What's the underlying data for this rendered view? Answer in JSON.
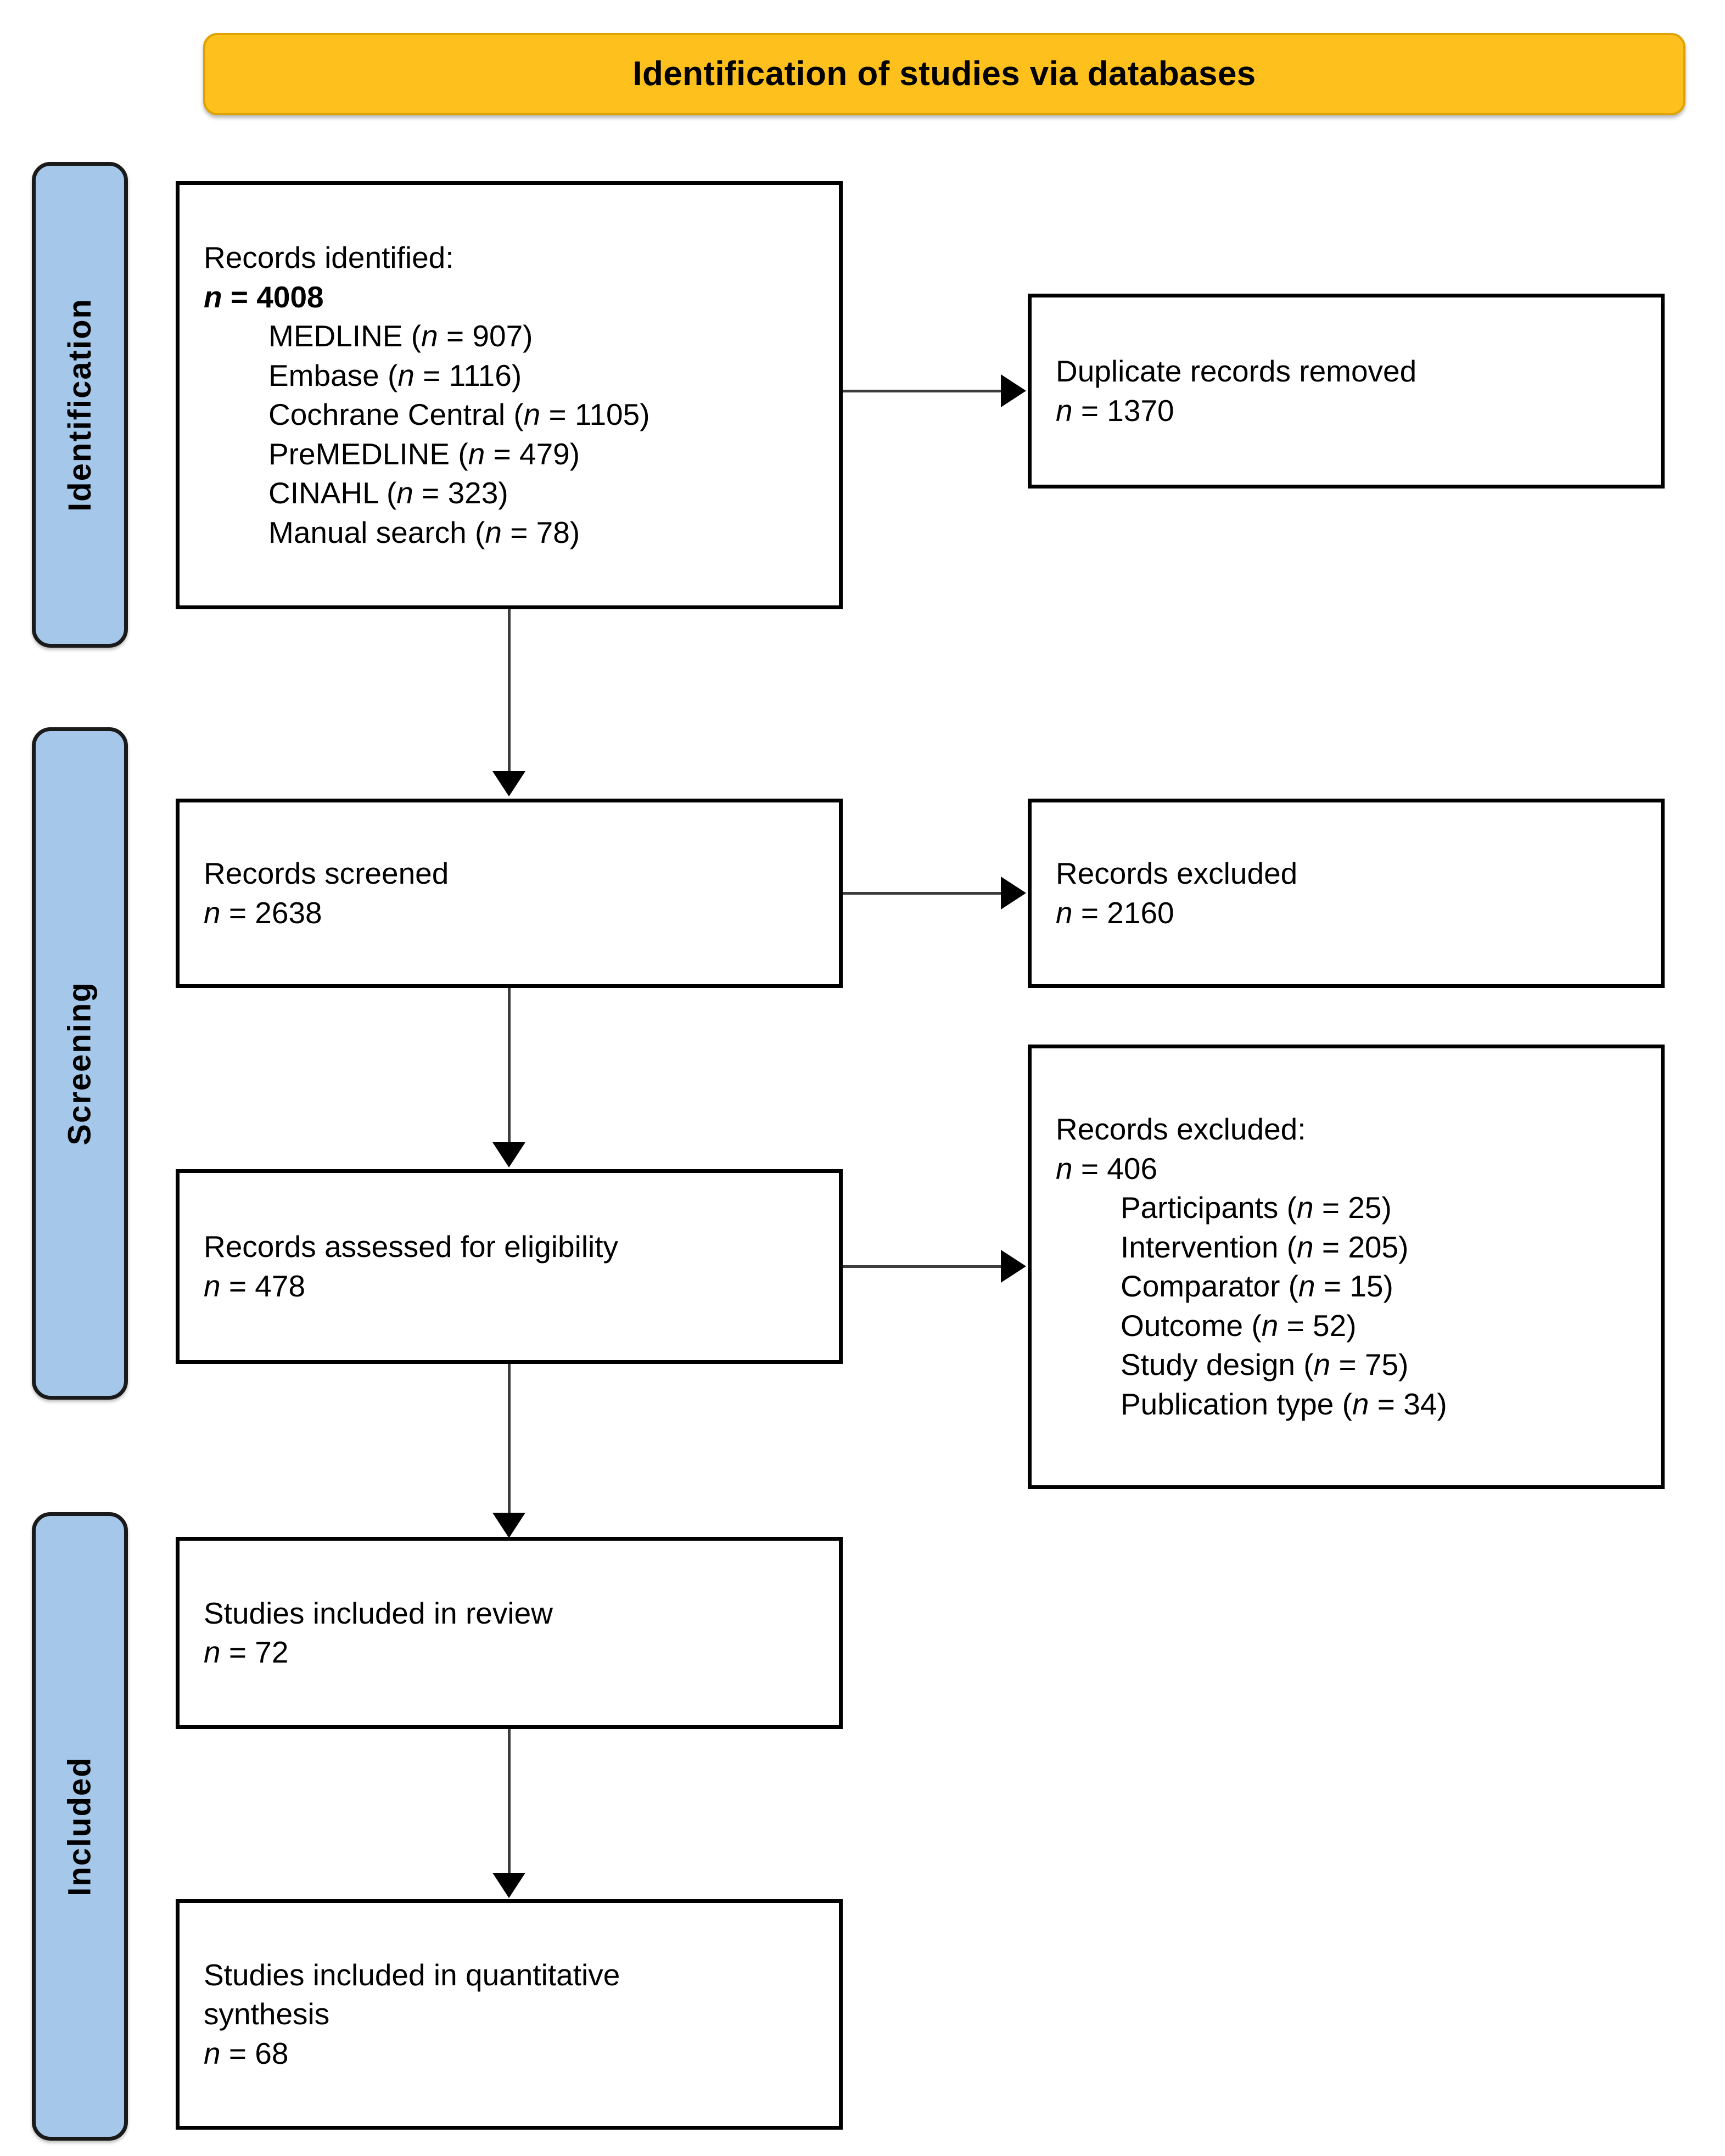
{
  "banner": {
    "title": "Identification of studies via databases",
    "fill_color": "#FEC01C"
  },
  "phases": {
    "fill_color": "#A4C7EA",
    "identification": "Identification",
    "screening": "Screening",
    "included": "Included"
  },
  "boxes": {
    "identified": {
      "title": "Records identified:",
      "total_prefix": "n",
      "total_eq": " = ",
      "total_value": "4008",
      "sources": [
        {
          "label": "MEDLINE",
          "n": "907"
        },
        {
          "label": "Embase",
          "n": "1116"
        },
        {
          "label": "Cochrane Central",
          "n": "1105"
        },
        {
          "label": "PreMEDLINE",
          "n": "479"
        },
        {
          "label": "CINAHL",
          "n": "323"
        },
        {
          "label": "Manual search",
          "n": "78"
        }
      ]
    },
    "duplicates": {
      "title": "Duplicate records removed",
      "n_label": "n",
      "n_value": "1370"
    },
    "screened": {
      "title": "Records screened",
      "n_label": "n",
      "n_value": "2638"
    },
    "excluded_screening": {
      "title": "Records excluded",
      "n_label": "n",
      "n_value": "2160"
    },
    "eligibility": {
      "title": "Records assessed for eligibility",
      "n_label": "n",
      "n_value": "478"
    },
    "excluded_eligibility": {
      "title": "Records excluded:",
      "n_label": "n",
      "n_value": "406",
      "reasons": [
        {
          "label": "Participants",
          "n": "25"
        },
        {
          "label": "Intervention",
          "n": "205"
        },
        {
          "label": "Comparator",
          "n": "15"
        },
        {
          "label": "Outcome",
          "n": "52"
        },
        {
          "label": "Study design",
          "n": "75"
        },
        {
          "label": "Publication type",
          "n": "34"
        }
      ]
    },
    "review": {
      "title": "Studies included in review",
      "n_label": "n",
      "n_value": "72"
    },
    "synthesis": {
      "title_line1": "Studies included in quantitative",
      "title_line2": "synthesis",
      "n_label": "n",
      "n_value": "68"
    }
  },
  "chart_data": {
    "type": "diagram",
    "title": "PRISMA flow diagram — Identification of studies via databases",
    "phases": [
      "Identification",
      "Screening",
      "Included"
    ],
    "nodes": [
      {
        "id": "identified",
        "phase": "Identification",
        "label": "Records identified",
        "n": 4008,
        "breakdown": {
          "MEDLINE": 907,
          "Embase": 1116,
          "Cochrane Central": 1105,
          "PreMEDLINE": 479,
          "CINAHL": 323,
          "Manual search": 78
        }
      },
      {
        "id": "duplicates",
        "phase": "Identification",
        "label": "Duplicate records removed",
        "n": 1370
      },
      {
        "id": "screened",
        "phase": "Screening",
        "label": "Records screened",
        "n": 2638
      },
      {
        "id": "excluded_screening",
        "phase": "Screening",
        "label": "Records excluded",
        "n": 2160
      },
      {
        "id": "eligibility",
        "phase": "Screening",
        "label": "Records assessed for eligibility",
        "n": 478
      },
      {
        "id": "excluded_eligibility",
        "phase": "Screening",
        "label": "Records excluded",
        "n": 406,
        "breakdown": {
          "Participants": 25,
          "Intervention": 205,
          "Comparator": 15,
          "Outcome": 52,
          "Study design": 75,
          "Publication type": 34
        }
      },
      {
        "id": "review",
        "phase": "Included",
        "label": "Studies included in review",
        "n": 72
      },
      {
        "id": "synthesis",
        "phase": "Included",
        "label": "Studies included in quantitative synthesis",
        "n": 68
      }
    ],
    "edges": [
      {
        "from": "identified",
        "to": "duplicates",
        "direction": "right"
      },
      {
        "from": "identified",
        "to": "screened",
        "direction": "down"
      },
      {
        "from": "screened",
        "to": "excluded_screening",
        "direction": "right"
      },
      {
        "from": "screened",
        "to": "eligibility",
        "direction": "down"
      },
      {
        "from": "eligibility",
        "to": "excluded_eligibility",
        "direction": "right"
      },
      {
        "from": "eligibility",
        "to": "review",
        "direction": "down"
      },
      {
        "from": "review",
        "to": "synthesis",
        "direction": "down"
      }
    ]
  }
}
